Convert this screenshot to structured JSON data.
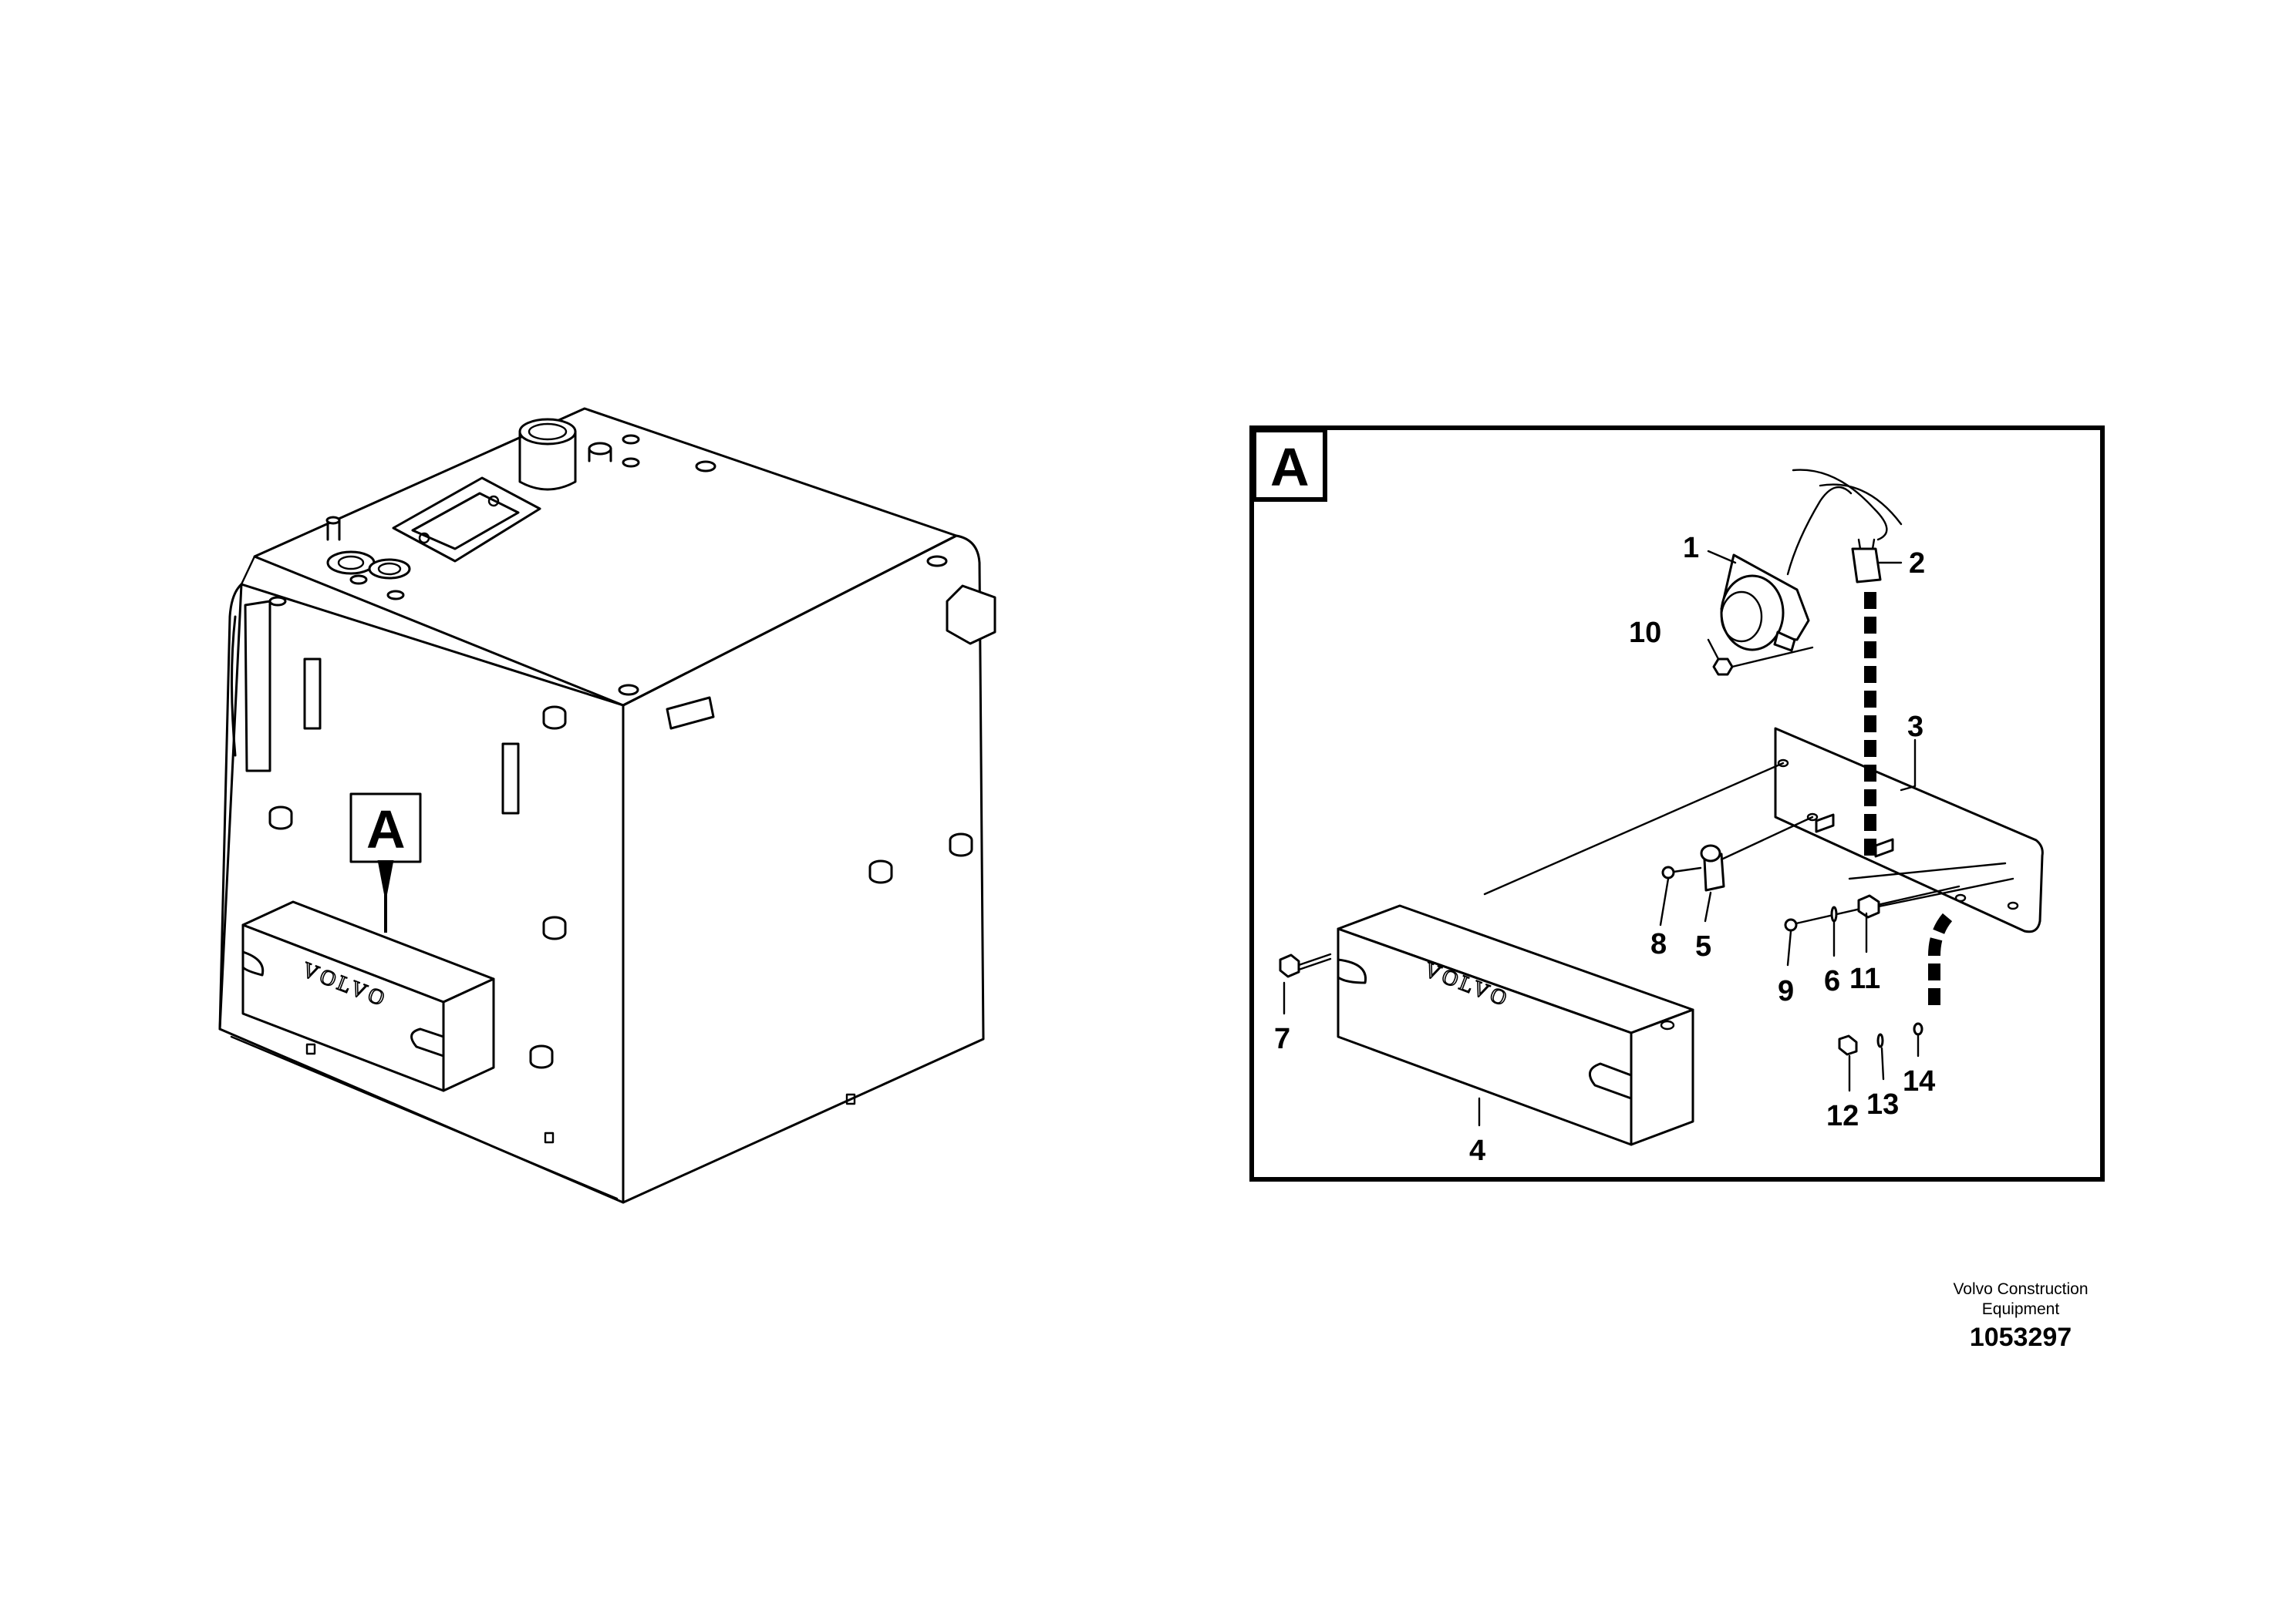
{
  "overview": {
    "view_label": "A",
    "brand_text": "VOLVO"
  },
  "detail": {
    "view_label": "A",
    "brand_text": "VOLVO",
    "callouts": [
      "1",
      "2",
      "3",
      "4",
      "5",
      "6",
      "7",
      "8",
      "9",
      "10",
      "11",
      "12",
      "13",
      "14"
    ]
  },
  "footer": {
    "company_line1": "Volvo Construction",
    "company_line2": "Equipment",
    "drawing_number": "1053297"
  }
}
